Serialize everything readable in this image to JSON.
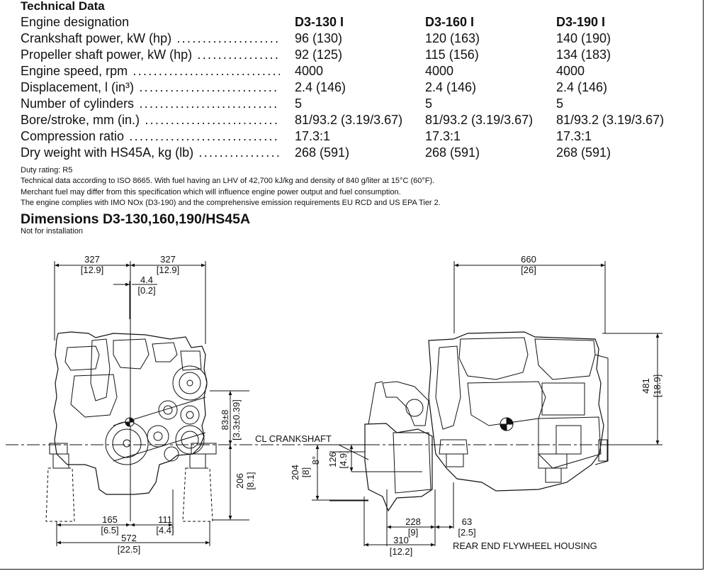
{
  "heading": "Technical Data",
  "specs": {
    "header": {
      "label": "Engine designation",
      "c1": "D3-130 I",
      "c2": "D3-160 I",
      "c3": "D3-190 I"
    },
    "rows": [
      {
        "label": "Crankshaft power, kW (hp)",
        "c1": "96 (130)",
        "c2": "120 (163)",
        "c3": "140 (190)"
      },
      {
        "label": "Propeller shaft power, kW (hp)",
        "c1": "92 (125)",
        "c2": "115 (156)",
        "c3": "134 (183)"
      },
      {
        "label": "Engine speed, rpm",
        "c1": "4000",
        "c2": "4000",
        "c3": "4000"
      },
      {
        "label": "Displacement, l (in³)",
        "c1": "2.4 (146)",
        "c2": "2.4 (146)",
        "c3": "2.4 (146)"
      },
      {
        "label": "Number of cylinders",
        "c1": "5",
        "c2": "5",
        "c3": "5"
      },
      {
        "label": "Bore/stroke, mm (in.)",
        "c1": "81/93.2 (3.19/3.67)",
        "c2": "81/93.2 (3.19/3.67)",
        "c3": "81/93.2 (3.19/3.67)"
      },
      {
        "label": "Compression ratio",
        "c1": "17.3:1",
        "c2": "17.3:1",
        "c3": "17.3:1"
      },
      {
        "label": "Dry weight with HS45A, kg (lb)",
        "c1": "268 (591)",
        "c2": "268 (591)",
        "c3": "268 (591)"
      }
    ]
  },
  "notes": [
    "Duty rating: R5",
    "Technical data according to ISO 8665. With fuel having an LHV of 42,700 kJ/kg and density of 840 g/liter at 15°C (60°F).",
    "Merchant fuel may differ from this specification which will influence engine power output and fuel consumption.",
    "The engine complies with IMO NOx (D3-190) and the comprehensive emission requirements EU RCD and US EPA Tier 2."
  ],
  "dimensions_title": "Dimensions D3-130,160,190/HS45A",
  "dimensions_subtitle": "Not for installation",
  "drawing": {
    "front_width_left": "327",
    "front_width_left_in": "[12.9]",
    "front_width_right": "327",
    "front_width_right_in": "[12.9]",
    "offset": "4.4",
    "offset_in": "[0.2]",
    "crank_offset": "83±8",
    "crank_offset_in": "[3.3±0.39]",
    "crank_height": "206",
    "crank_height_in": "[8.1]",
    "crankshaft_label": "CL CRANKSHAFT",
    "base_left": "165",
    "base_left_in": "[6.5]",
    "base_right": "111",
    "base_right_in": "[4.4]",
    "total_width": "572",
    "total_width_in": "[22.5]",
    "side_length": "660",
    "side_length_in": "[26]",
    "side_height": "481",
    "side_height_in": "[18.9]",
    "drop": "204",
    "drop_in": "[8]",
    "angle": "8°",
    "shaft_drop": "126",
    "shaft_drop_in": "[4.9]",
    "rear_228": "228",
    "rear_228_in": "[9]",
    "rear_63": "63",
    "rear_63_in": "[2.5]",
    "rear_310": "310",
    "rear_310_in": "[12.2]",
    "flywheel_label": "REAR END FLYWHEEL HOUSING"
  }
}
